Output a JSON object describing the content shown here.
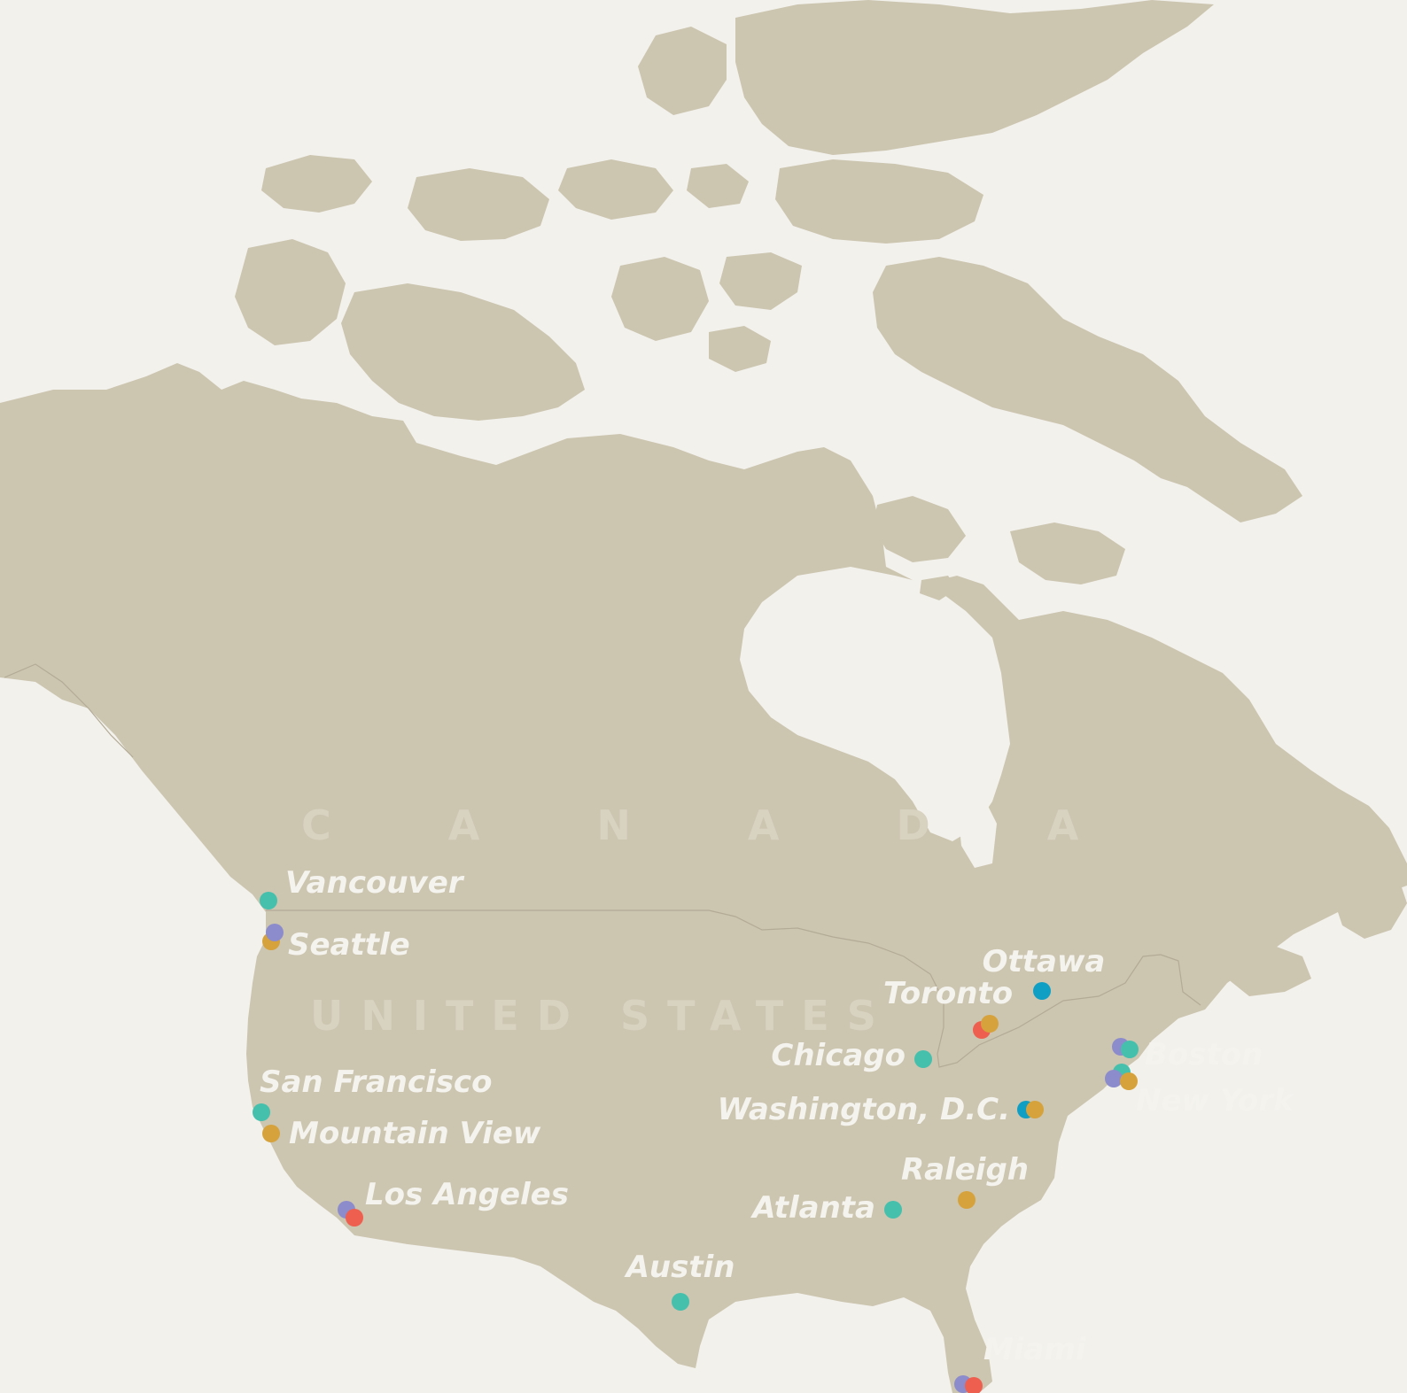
{
  "countries": [
    {
      "name": "C A N A D A"
    },
    {
      "name": "UNITED STATES"
    }
  ],
  "colors": {
    "teal": "#45c0ad",
    "gold": "#d6a23c",
    "purple": "#8c8ccc",
    "red": "#ee5f4f",
    "blue": "#109fc4",
    "land": "#ccc5b0",
    "water": "#f2f1ec"
  },
  "cities": [
    {
      "name": "Vancouver",
      "markers": [
        "teal"
      ]
    },
    {
      "name": "Seattle",
      "markers": [
        "gold",
        "purple"
      ]
    },
    {
      "name": "San Francisco",
      "markers": [
        "teal"
      ]
    },
    {
      "name": "Mountain View",
      "markers": [
        "gold"
      ]
    },
    {
      "name": "Los Angeles",
      "markers": [
        "purple",
        "red"
      ]
    },
    {
      "name": "Austin",
      "markers": [
        "teal"
      ]
    },
    {
      "name": "Chicago",
      "markers": [
        "teal"
      ]
    },
    {
      "name": "Toronto",
      "markers": [
        "red",
        "gold"
      ]
    },
    {
      "name": "Ottawa",
      "markers": [
        "blue"
      ]
    },
    {
      "name": "Washington, D.C.",
      "markers": [
        "blue",
        "gold"
      ]
    },
    {
      "name": "Raleigh",
      "markers": [
        "gold"
      ]
    },
    {
      "name": "Atlanta",
      "markers": [
        "teal"
      ]
    },
    {
      "name": "Miami",
      "markers": [
        "purple",
        "red"
      ]
    },
    {
      "name": "Boston",
      "markers": [
        "purple",
        "teal"
      ]
    },
    {
      "name": "New York",
      "markers": [
        "teal",
        "purple",
        "gold"
      ]
    }
  ]
}
